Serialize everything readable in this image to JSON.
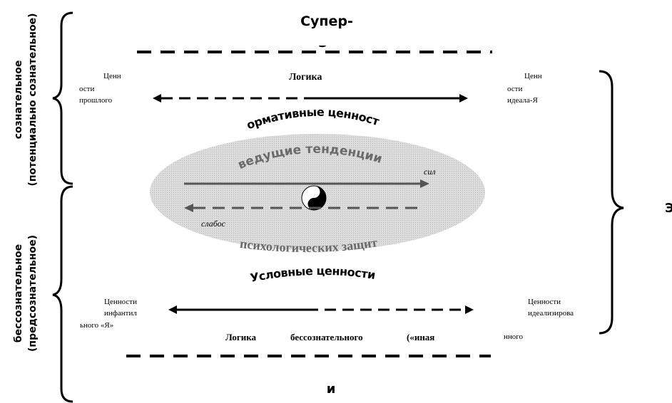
{
  "labels": {
    "super_ego": "Супер-",
    "super_ego_cut": "Э",
    "conscious": "сознательное",
    "conscious_sub": "(потенциально сознательное)",
    "unconscious": "бессознательное",
    "unconscious_sub": "(предсознательное)",
    "ego": "Э",
    "bottom_glyph": "и",
    "past_values_l1": "Ценн",
    "past_values_l2": "ости",
    "past_values_l3": "прошлого",
    "ideal_values_l1": "Ценн",
    "ideal_values_l2": "ости",
    "ideal_values_l3": "идеала-Я",
    "logic_top": "Логика",
    "normative_values": "Нормативные ценности",
    "leading_tendencies": "ведущие тенденции",
    "strong": "сил",
    "weak": "слабос",
    "psych_defenses": "психологических защит",
    "conditional_values": "Условные ценности",
    "infantile_l1": "Ценности",
    "infantile_l2": "инфантил",
    "infantile_l3": "ьного «Я»",
    "idealized_l1": "Ценности",
    "idealized_l2": "идеализирова",
    "idealized_l3": "нного",
    "logic_bottom_1": "Логика",
    "logic_bottom_2": "бессознательного",
    "logic_bottom_3": "(«иная"
  },
  "colors": {
    "ink": "#000000",
    "ellipse_fill": "#d4d4d4",
    "arrow_gray": "#555555",
    "arc_text_gray": "#6a6a6a"
  },
  "icons": {
    "center": "yin-yang-icon"
  }
}
